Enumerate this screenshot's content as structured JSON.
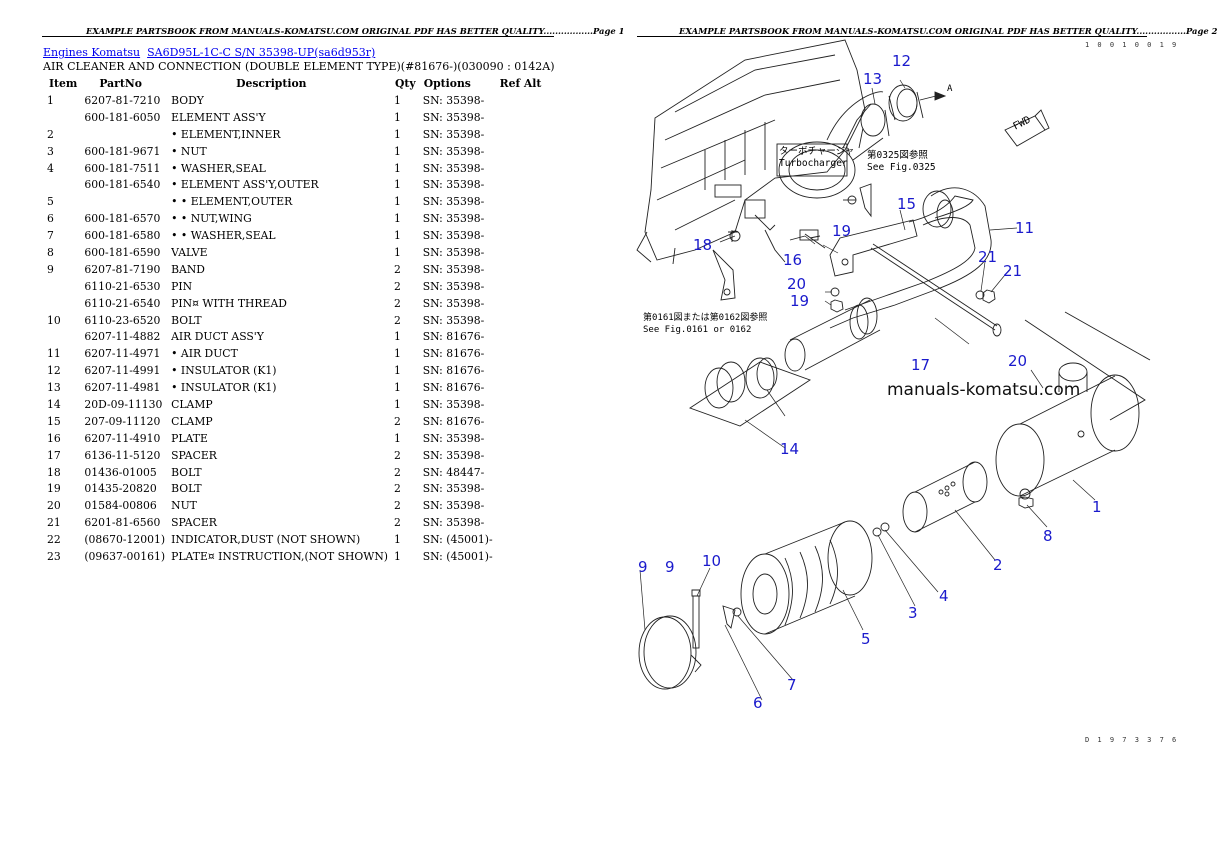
{
  "page1": {
    "header": "EXAMPLE PARTSBOOK FROM MANUALS-KOMATSU.COM ORIGINAL PDF HAS BETTER QUALITY.................Page 1",
    "breadcrumb": {
      "link1": "Engines Komatsu",
      "link2": "SA6D95L-1C-C S/N  35398-UP(sa6d953r)"
    },
    "subtitle": "AIR CLEANER AND CONNECTION (DOUBLE ELEMENT TYPE)(#81676-)(030090 : 0142A)",
    "table": {
      "headers": [
        "Item",
        "PartNo",
        "Description",
        "Qty",
        "Options",
        "Ref Alt"
      ],
      "rows": [
        [
          "1",
          "6207-81-7210",
          "BODY",
          "1",
          "SN: 35398-",
          ""
        ],
        [
          "",
          "600-181-6050",
          "ELEMENT ASS'Y",
          "1",
          "SN: 35398-",
          ""
        ],
        [
          "2",
          "",
          "• ELEMENT,INNER",
          "1",
          "SN: 35398-",
          ""
        ],
        [
          "3",
          "600-181-9671",
          "• NUT",
          "1",
          "SN: 35398-",
          ""
        ],
        [
          "4",
          "600-181-7511",
          "• WASHER,SEAL",
          "1",
          "SN: 35398-",
          ""
        ],
        [
          "",
          "600-181-6540",
          "• ELEMENT ASS'Y,OUTER",
          "1",
          "SN: 35398-",
          ""
        ],
        [
          "5",
          "",
          "• • ELEMENT,OUTER",
          "1",
          "SN: 35398-",
          ""
        ],
        [
          "6",
          "600-181-6570",
          "• • NUT,WING",
          "1",
          "SN: 35398-",
          ""
        ],
        [
          "7",
          "600-181-6580",
          "• • WASHER,SEAL",
          "1",
          "SN: 35398-",
          ""
        ],
        [
          "8",
          "600-181-6590",
          "VALVE",
          "1",
          "SN: 35398-",
          ""
        ],
        [
          "9",
          "6207-81-7190",
          "BAND",
          "2",
          "SN: 35398-",
          ""
        ],
        [
          "",
          "6110-21-6530",
          "PIN",
          "2",
          "SN: 35398-",
          ""
        ],
        [
          "",
          "6110-21-6540",
          "PIN¤ WITH THREAD",
          "2",
          "SN: 35398-",
          ""
        ],
        [
          "10",
          "6110-23-6520",
          "BOLT",
          "2",
          "SN: 35398-",
          ""
        ],
        [
          "",
          "6207-11-4882",
          "AIR DUCT ASS'Y",
          "1",
          "SN: 81676-",
          ""
        ],
        [
          "11",
          "6207-11-4971",
          "• AIR DUCT",
          "1",
          "SN: 81676-",
          ""
        ],
        [
          "12",
          "6207-11-4991",
          "• INSULATOR (K1)",
          "1",
          "SN: 81676-",
          ""
        ],
        [
          "13",
          "6207-11-4981",
          "• INSULATOR (K1)",
          "1",
          "SN: 81676-",
          ""
        ],
        [
          "14",
          "20D-09-11130",
          "CLAMP",
          "1",
          "SN: 35398-",
          ""
        ],
        [
          "15",
          "207-09-11120",
          "CLAMP",
          "2",
          "SN: 81676-",
          ""
        ],
        [
          "16",
          "6207-11-4910",
          "PLATE",
          "1",
          "SN: 35398-",
          ""
        ],
        [
          "17",
          "6136-11-5120",
          "SPACER",
          "2",
          "SN: 35398-",
          ""
        ],
        [
          "18",
          "01436-01005",
          "BOLT",
          "2",
          "SN: 48447-",
          ""
        ],
        [
          "19",
          "01435-20820",
          "BOLT",
          "2",
          "SN: 35398-",
          ""
        ],
        [
          "20",
          "01584-00806",
          "NUT",
          "2",
          "SN: 35398-",
          ""
        ],
        [
          "21",
          "6201-81-6560",
          "SPACER",
          "2",
          "SN: 35398-",
          ""
        ],
        [
          "22",
          "(08670-12001)",
          "INDICATOR,DUST (NOT SHOWN)",
          "1",
          "SN: (45001)-",
          ""
        ],
        [
          "23",
          "(09637-00161)",
          "PLATE¤ INSTRUCTION,(NOT SHOWN)",
          "1",
          "SN: (45001)-",
          ""
        ]
      ]
    }
  },
  "page2": {
    "header": "EXAMPLE PARTSBOOK FROM MANUALS-KOMATSU.COM ORIGINAL PDF HAS BETTER QUALITY.................Page 2",
    "watermark": "manuals-komatsu.com",
    "corner_code_top": "1 0 0 1 0 0 1 9",
    "corner_code_bottom": "D 1 9 7 3 3 7 6",
    "callouts": [
      "1",
      "2",
      "3",
      "4",
      "5",
      "6",
      "7",
      "8",
      "9",
      "9",
      "10",
      "11",
      "12",
      "13",
      "14",
      "15",
      "16",
      "17",
      "18",
      "19",
      "19",
      "20",
      "20",
      "21",
      "21"
    ],
    "ref_labels": {
      "turbo_jp": "ターボチャージャ",
      "turbo_en": "Turbocharger",
      "fig0325_jp": "第0325図参照",
      "fig0325_en": "See Fig.0325",
      "fig0161_jp": "第0161図または第0162図参照",
      "fig0161_en": "See Fig.0161 or 0162",
      "fwd": "FWD",
      "arrow_a": "A"
    },
    "callout_color": "#1a1acc"
  }
}
